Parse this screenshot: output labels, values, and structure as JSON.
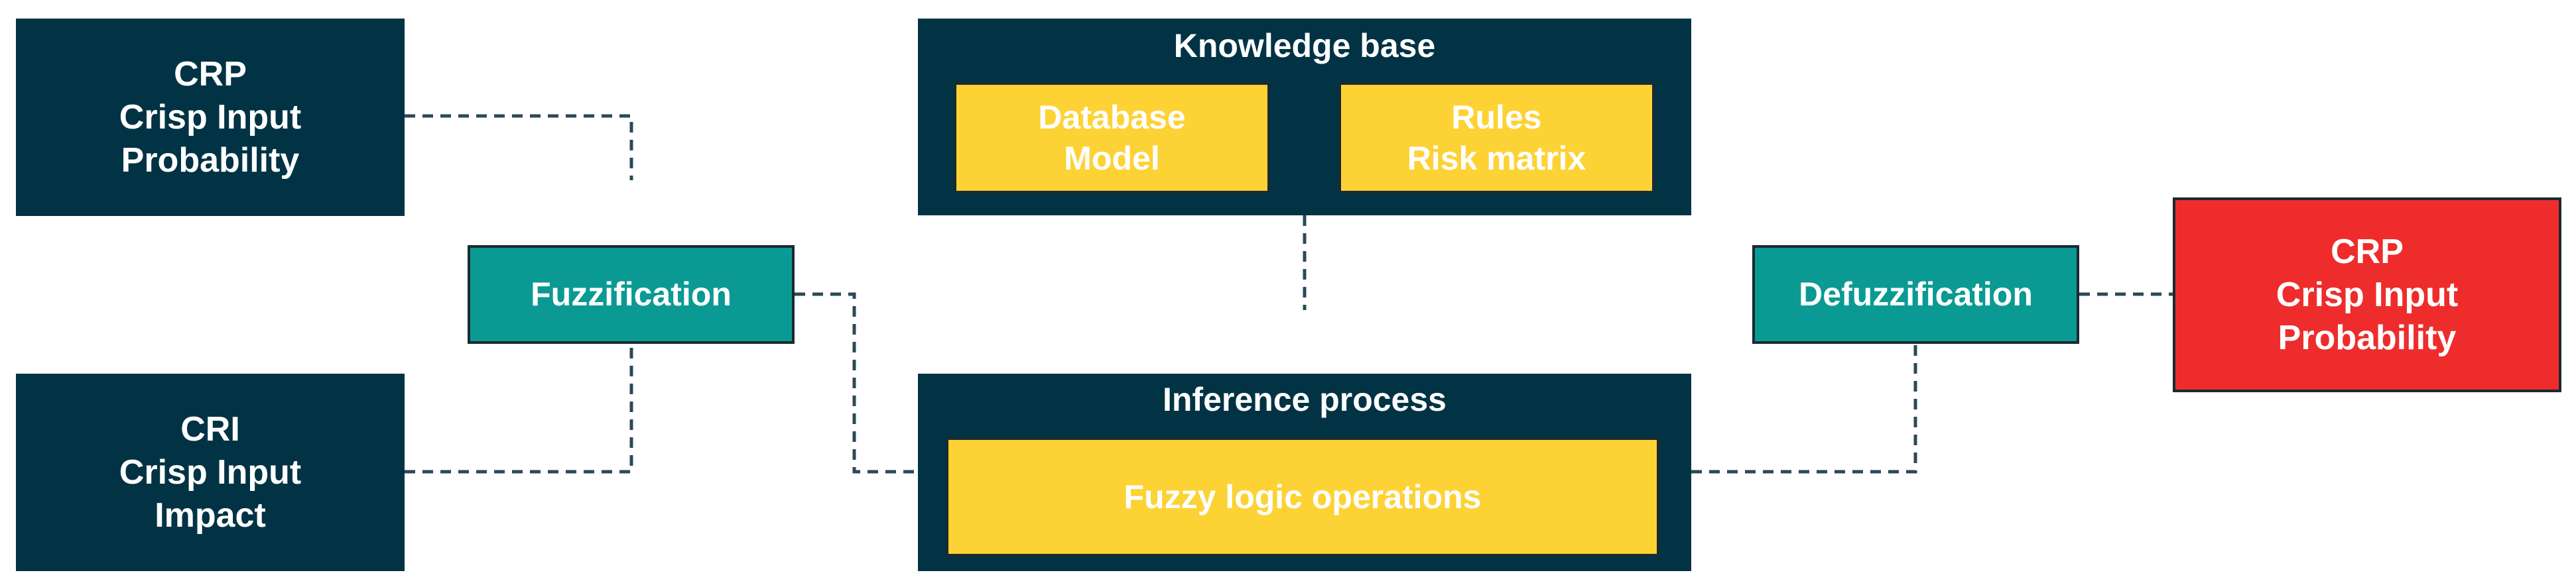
{
  "input_crp": {
    "line1": "CRP",
    "line2": "Crisp Input",
    "line3": "Probability"
  },
  "input_cri": {
    "line1": "CRI",
    "line2": "Crisp Input",
    "line3": "Impact"
  },
  "fuzzification": {
    "label": "Fuzzification"
  },
  "knowledge_base": {
    "title": "Knowledge base",
    "database": {
      "line1": "Database",
      "line2": "Model"
    },
    "rules": {
      "line1": "Rules",
      "line2": "Risk matrix"
    }
  },
  "inference": {
    "title": "Inference process",
    "operations": "Fuzzy logic operations"
  },
  "defuzzification": {
    "label": "Defuzzification"
  },
  "output_crp": {
    "line1": "CRP",
    "line2": "Crisp Input",
    "line3": "Probability"
  },
  "colors": {
    "navy": "#013344",
    "teal": "#0a9a93",
    "yellow": "#fdd235",
    "red": "#ee2c2c",
    "connector": "#2b4a55"
  }
}
